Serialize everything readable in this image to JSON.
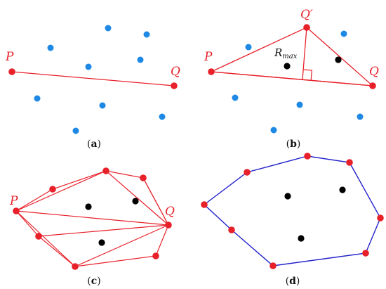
{
  "panels": {
    "a": {
      "caption_open": "(",
      "caption_letter": "a",
      "caption_close": ")",
      "label_p": "P",
      "label_q": "Q"
    },
    "b": {
      "caption_open": "(",
      "caption_letter": "b",
      "caption_close": ")",
      "label_p": "P",
      "label_q": "Q",
      "label_qprime": "Q′",
      "label_rmax": "R",
      "label_rmax_sub": "max"
    },
    "c": {
      "caption_open": "(",
      "caption_letter": "c",
      "caption_close": ")",
      "label_p": "P",
      "label_q": "Q"
    },
    "d": {
      "caption_open": "(",
      "caption_letter": "d",
      "caption_close": ")"
    }
  },
  "colors": {
    "hull_point": "#e8202a",
    "remaining_point": "#1e88e5",
    "interior_point": "#000000",
    "construction_line": "#e8202a",
    "final_hull": "#2222cc"
  }
}
